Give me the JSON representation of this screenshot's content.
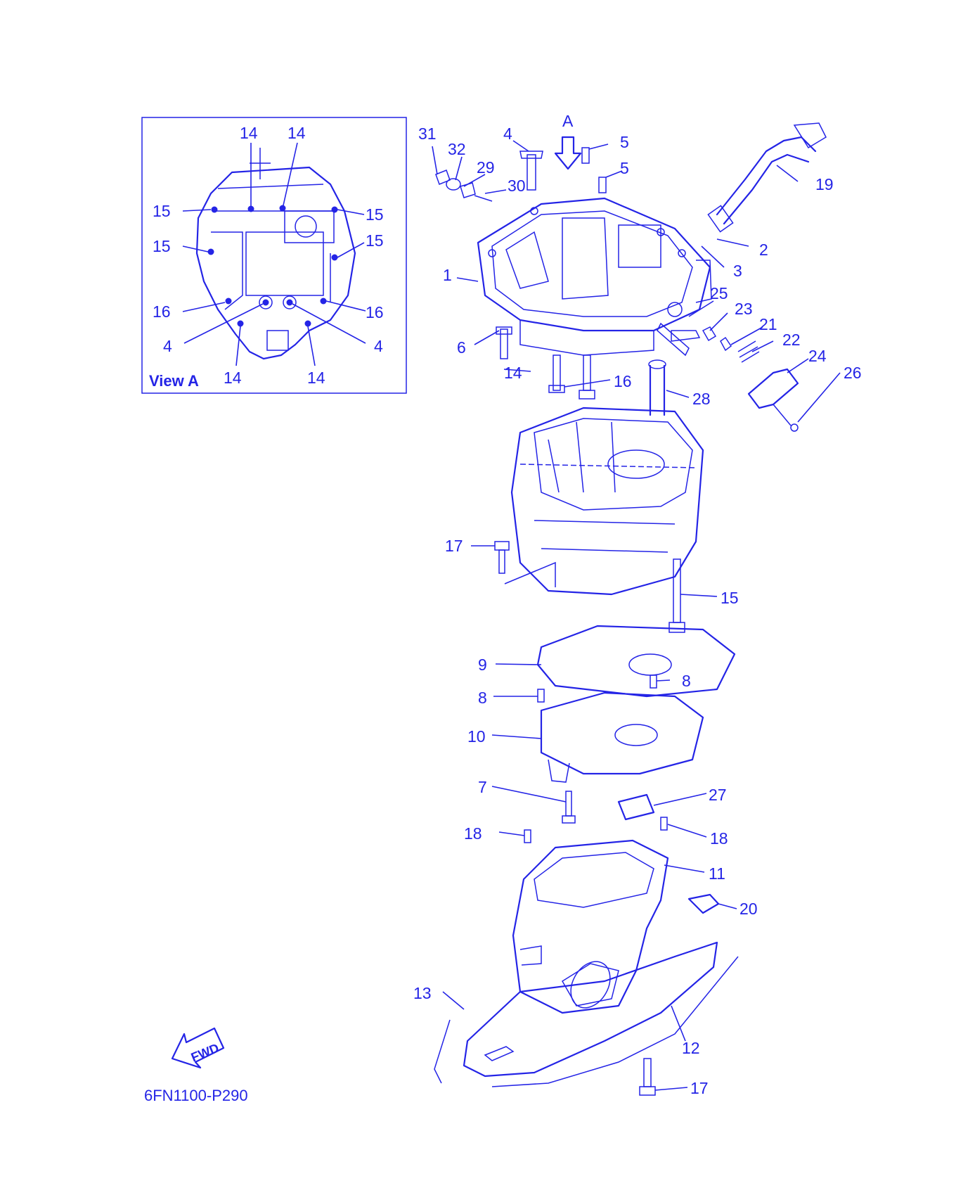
{
  "diagram": {
    "code": "6FN1100-P290",
    "fwd_label": "FWD",
    "view_arrow_label": "A",
    "inset": {
      "title": "View A",
      "callouts": [
        "14",
        "14",
        "15",
        "15",
        "15",
        "15",
        "16",
        "16",
        "4",
        "4",
        "14",
        "14"
      ]
    },
    "callouts": [
      "31",
      "32",
      "29",
      "30",
      "4",
      "5",
      "5",
      "19",
      "2",
      "3",
      "1",
      "25",
      "23",
      "21",
      "22",
      "24",
      "26",
      "6",
      "14",
      "16",
      "28",
      "17",
      "15",
      "9",
      "8",
      "8",
      "10",
      "7",
      "27",
      "18",
      "18",
      "11",
      "20",
      "13",
      "12",
      "17"
    ]
  },
  "colors": {
    "ink": "#2424e6",
    "background": "#ffffff"
  }
}
